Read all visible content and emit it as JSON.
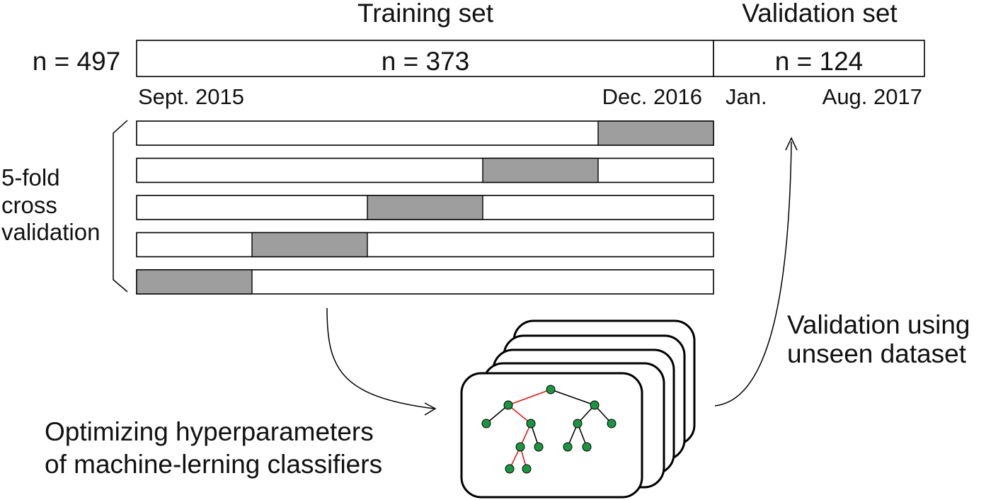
{
  "headers": {
    "training": "Training set",
    "validation": "Validation set"
  },
  "counts": {
    "total": "n = 497",
    "training": "n = 373",
    "validation": "n = 124"
  },
  "dates": {
    "training_start": "Sept. 2015",
    "training_end": "Dec. 2016",
    "validation_start": "Jan.",
    "validation_end": "Aug. 2017"
  },
  "cv_label": [
    "5-fold",
    "cross",
    "validation"
  ],
  "folds": [
    {
      "held_out_fold": 5
    },
    {
      "held_out_fold": 4
    },
    {
      "held_out_fold": 3
    },
    {
      "held_out_fold": 2
    },
    {
      "held_out_fold": 1
    }
  ],
  "optimize_label": [
    "Optimizing hyperparameters",
    "of machine-lerning classifiers"
  ],
  "validation_label": [
    "Validation using",
    "unseen dataset"
  ],
  "colors": {
    "fold_fill": "#9e9e9e",
    "tree_node": "#1a9641",
    "tree_path": "#e41a1c",
    "tree_edge": "#000000"
  }
}
